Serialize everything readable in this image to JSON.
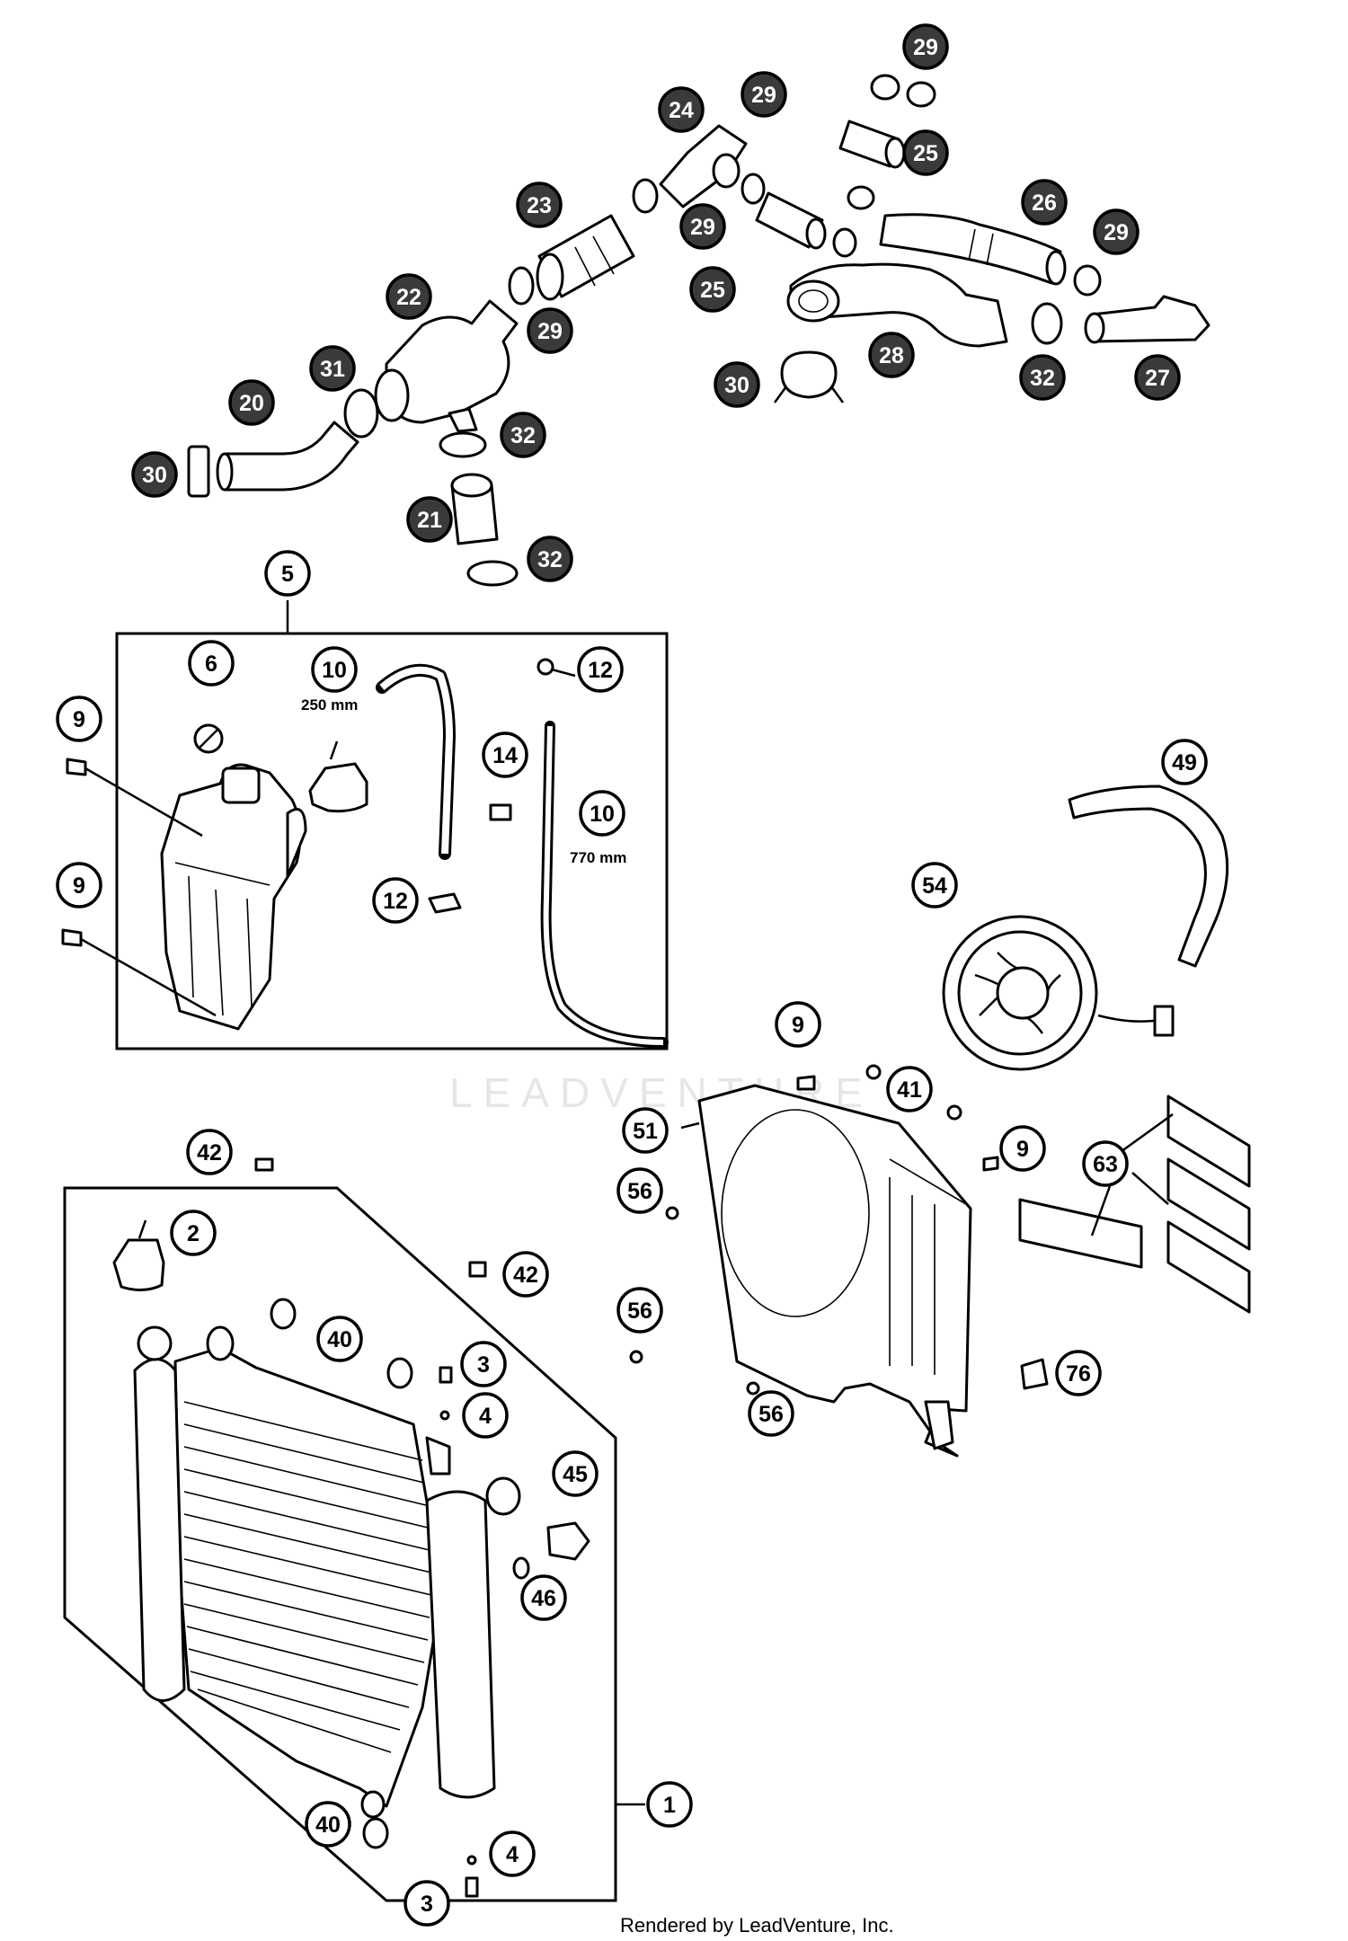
{
  "diagram": {
    "callouts": [
      {
        "label": "29",
        "dark": true
      },
      {
        "label": "24",
        "dark": true
      },
      {
        "label": "29",
        "dark": true
      },
      {
        "label": "25",
        "dark": true
      },
      {
        "label": "23",
        "dark": true
      },
      {
        "label": "29",
        "dark": true
      },
      {
        "label": "26",
        "dark": true
      },
      {
        "label": "29",
        "dark": true
      },
      {
        "label": "22",
        "dark": true
      },
      {
        "label": "25",
        "dark": true
      },
      {
        "label": "29",
        "dark": true
      },
      {
        "label": "31",
        "dark": true
      },
      {
        "label": "28",
        "dark": true
      },
      {
        "label": "20",
        "dark": true
      },
      {
        "label": "30",
        "dark": true
      },
      {
        "label": "32",
        "dark": true
      },
      {
        "label": "27",
        "dark": true
      },
      {
        "label": "32",
        "dark": true
      },
      {
        "label": "30",
        "dark": true
      },
      {
        "label": "21",
        "dark": true
      },
      {
        "label": "32",
        "dark": true
      },
      {
        "label": "5",
        "dark": false
      },
      {
        "label": "6",
        "dark": false
      },
      {
        "label": "10",
        "dark": false
      },
      {
        "label": "12",
        "dark": false
      },
      {
        "label": "9",
        "dark": false
      },
      {
        "label": "14",
        "dark": false
      },
      {
        "label": "10",
        "dark": false
      },
      {
        "label": "9",
        "dark": false
      },
      {
        "label": "12",
        "dark": false
      },
      {
        "label": "49",
        "dark": false
      },
      {
        "label": "54",
        "dark": false
      },
      {
        "label": "9",
        "dark": false
      },
      {
        "label": "41",
        "dark": false
      },
      {
        "label": "51",
        "dark": false
      },
      {
        "label": "9",
        "dark": false
      },
      {
        "label": "63",
        "dark": false
      },
      {
        "label": "56",
        "dark": false
      },
      {
        "label": "56",
        "dark": false
      },
      {
        "label": "56",
        "dark": false
      },
      {
        "label": "76",
        "dark": false
      },
      {
        "label": "42",
        "dark": false
      },
      {
        "label": "2",
        "dark": false
      },
      {
        "label": "42",
        "dark": false
      },
      {
        "label": "40",
        "dark": false
      },
      {
        "label": "3",
        "dark": false
      },
      {
        "label": "4",
        "dark": false
      },
      {
        "label": "45",
        "dark": false
      },
      {
        "label": "46",
        "dark": false
      },
      {
        "label": "1",
        "dark": false
      },
      {
        "label": "40",
        "dark": false
      },
      {
        "label": "4",
        "dark": false
      },
      {
        "label": "3",
        "dark": false
      }
    ],
    "notes": [
      "250 mm",
      "770 mm"
    ]
  },
  "watermark": "LEADVENTURE",
  "credit": "Rendered by LeadVenture, Inc."
}
